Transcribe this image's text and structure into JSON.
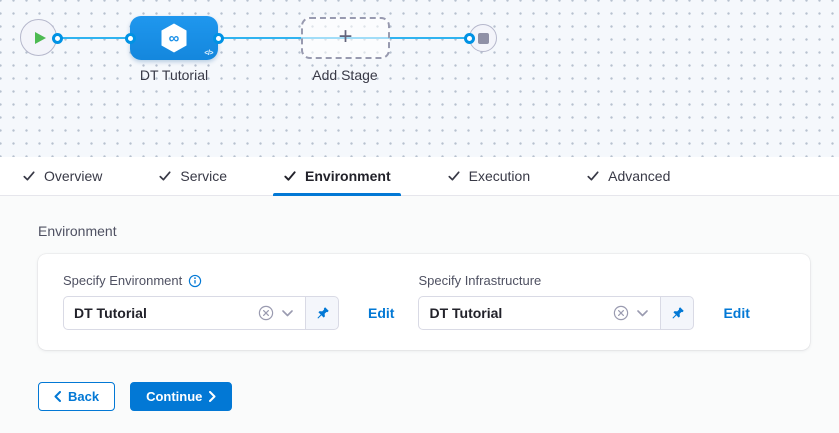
{
  "pipeline": {
    "stage_name": "DT Tutorial",
    "add_stage_label": "Add Stage",
    "icons": {
      "plus": "+",
      "code": "</>",
      "infinity": "∞"
    }
  },
  "tabs": [
    {
      "label": "Overview",
      "checked": true
    },
    {
      "label": "Service",
      "checked": true
    },
    {
      "label": "Environment",
      "checked": true,
      "active": true
    },
    {
      "label": "Execution",
      "checked": true
    },
    {
      "label": "Advanced",
      "checked": true
    }
  ],
  "panel": {
    "section_title": "Environment",
    "environment": {
      "label": "Specify Environment",
      "value": "DT Tutorial",
      "edit": "Edit"
    },
    "infrastructure": {
      "label": "Specify Infrastructure",
      "value": "DT Tutorial",
      "edit": "Edit"
    }
  },
  "footer": {
    "back": "Back",
    "continue": "Continue"
  },
  "colors": {
    "primary_blue": "#0278d5",
    "node_blue": "#1b90e8",
    "connector_blue": "#2fb3f0",
    "port_ring_blue": "#0092e4",
    "play_green": "#4dba52",
    "canvas_bg": "#f5f8fc",
    "content_bg": "#fafbfb"
  }
}
